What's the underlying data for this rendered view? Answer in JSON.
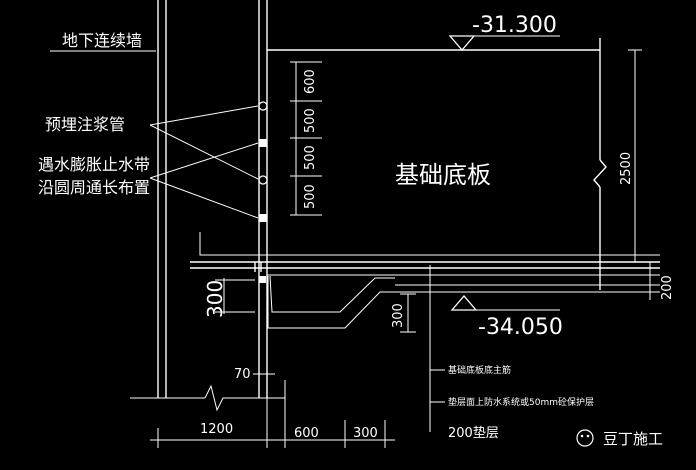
{
  "labels": {
    "diaphragm_wall": "地下连续墙",
    "grout_pipe": "预埋注浆管",
    "water_stop": "遇水膨胀止水带",
    "perimeter": "沿圆周通长布置",
    "slab": "基础底板"
  },
  "elevations": {
    "top": "-31.300",
    "bottom": "-34.050"
  },
  "dims": {
    "v600": "600",
    "v500a": "500",
    "v500b": "500",
    "v500c": "500",
    "d2500": "2500",
    "d200": "200",
    "d300_left": "300",
    "d300_mid": "300",
    "d70": "70",
    "d1200": "1200",
    "d600": "600",
    "d300_bottom": "300"
  },
  "notes": {
    "n1": "基础底板底主筋",
    "n2": "垫层面上防水系统或50mm砼保护层",
    "n3": "200垫层"
  },
  "watermark": {
    "text": "豆丁施工"
  }
}
